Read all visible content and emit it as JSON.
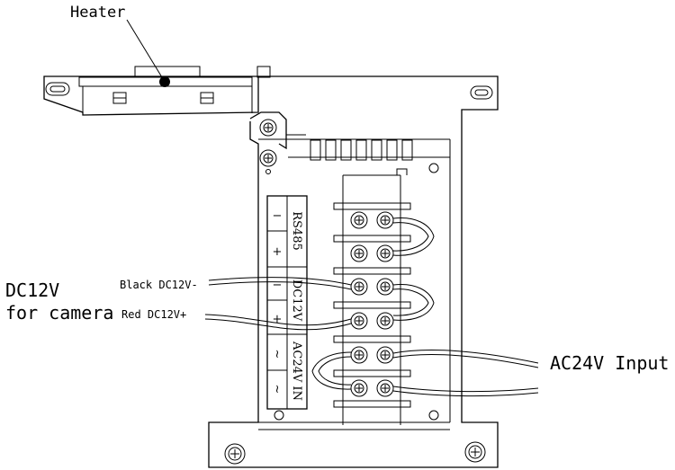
{
  "labels": {
    "heater": "Heater",
    "dc12v_title_line1": "DC12V",
    "dc12v_title_line2": "for camera",
    "black_wire": "Black DC12V-",
    "red_wire": "Red  DC12V+",
    "ac_input": "AC24V Input"
  },
  "terminal_labels": {
    "rs485": "RS485",
    "dc12v": "DC12V",
    "ac24v": "AC24V IN"
  },
  "terminal_signs": {
    "minus1": "−",
    "plus1": "+",
    "minus2": "−",
    "plus2": "+",
    "tilde1": "~",
    "tilde2": "~"
  }
}
